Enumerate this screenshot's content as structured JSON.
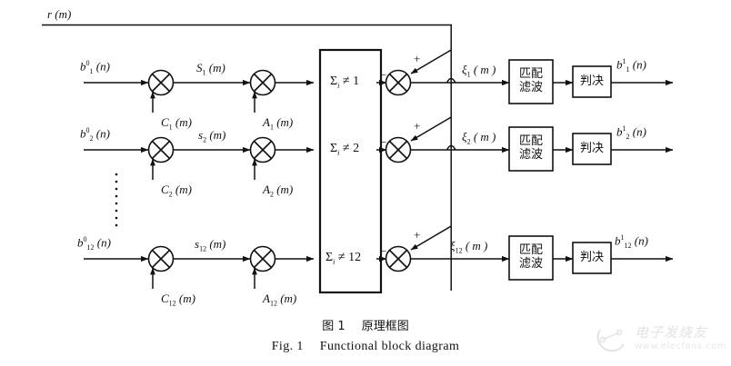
{
  "figure": {
    "input_signal_label": "r (m)",
    "caption_cn_prefix": "图 1",
    "caption_cn_title": "原理框图",
    "caption_en_prefix": "Fig. 1",
    "caption_en_title": "Functional block diagram"
  },
  "colors": {
    "line": "#111111",
    "text": "#111111",
    "background": "#ffffff",
    "watermark": "#c3c3cc"
  },
  "central_block": {
    "rows": [
      {
        "sigma": "Σ",
        "sub": "i",
        "relation": "≠",
        "index": "1"
      },
      {
        "sigma": "Σ",
        "sub": "i",
        "relation": "≠",
        "index": "2"
      },
      {
        "sigma": "Σ",
        "sub": "i",
        "relation": "≠",
        "index": "12"
      }
    ]
  },
  "branches": [
    {
      "id": "branch-1",
      "input": {
        "base": "b",
        "sup": "0",
        "sub": "1",
        "arg": "(n)"
      },
      "carrier": {
        "base": "C",
        "sub": "1",
        "arg": "(m)"
      },
      "spread": {
        "base": "S",
        "sub": "1",
        "arg": "(m)"
      },
      "amplitude": {
        "base": "A",
        "sub": "1",
        "arg": "(m)"
      },
      "sum_minus": "−",
      "sum_plus": "+",
      "xi": {
        "base": "ξ",
        "sub": "1",
        "arg": "( m )"
      },
      "matched_filter": "匹配滤波",
      "decision": "判决",
      "output": {
        "base": "b",
        "sup": "1",
        "sub": "1",
        "arg": "(n)"
      }
    },
    {
      "id": "branch-2",
      "input": {
        "base": "b",
        "sup": "0",
        "sub": "2",
        "arg": "(n)"
      },
      "carrier": {
        "base": "C",
        "sub": "2",
        "arg": "(m)"
      },
      "spread": {
        "base": "s",
        "sub": "2",
        "arg": "(m)"
      },
      "amplitude": {
        "base": "A",
        "sub": "2",
        "arg": "(m)"
      },
      "sum_minus": "−",
      "sum_plus": "+",
      "xi": {
        "base": "ξ",
        "sub": "2",
        "arg": "( m )"
      },
      "matched_filter": "匹配滤波",
      "decision": "判决",
      "output": {
        "base": "b",
        "sup": "1",
        "sub": "2",
        "arg": "(n)"
      }
    },
    {
      "id": "branch-12",
      "input": {
        "base": "b",
        "sup": "0",
        "sub": "12",
        "arg": "(n)"
      },
      "carrier": {
        "base": "C",
        "sub": "12",
        "arg": "(m)"
      },
      "spread": {
        "base": "s",
        "sub": "12",
        "arg": "(m)"
      },
      "amplitude": {
        "base": "A",
        "sub": "12",
        "arg": "(m)"
      },
      "sum_minus": "−",
      "sum_plus": "+",
      "xi": {
        "base": "ξ",
        "sub": "12",
        "arg": "( m )"
      },
      "matched_filter": "匹配滤波",
      "decision": "判决",
      "output": {
        "base": "b",
        "sup": "1",
        "sub": "12",
        "arg": "(n)"
      }
    }
  ],
  "ellipsis": {
    "glyph": "⋮",
    "meaning": "vertical-ellipsis-branches-3-to-11"
  },
  "watermark": {
    "text": "电子发烧友",
    "url": "www.elecfans.com"
  }
}
